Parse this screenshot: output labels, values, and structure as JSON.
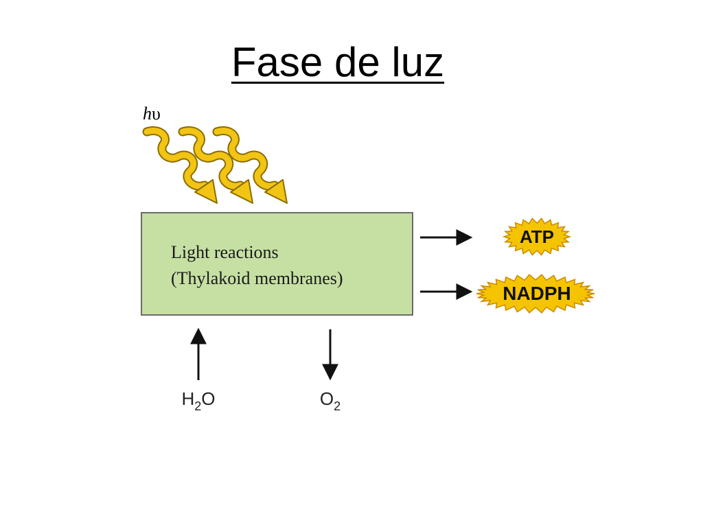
{
  "slide": {
    "title": "Fase de luz"
  },
  "diagram": {
    "photon_label_h": "h",
    "photon_label_nu": "υ",
    "process_box": {
      "line1": "Light reactions",
      "line2": "(Thylakoid membranes)"
    },
    "products": [
      {
        "label": "ATP"
      },
      {
        "label": "NADPH"
      }
    ],
    "inputs": [
      {
        "base": "H",
        "subscript": "2",
        "tail": "O"
      }
    ],
    "outputs": [
      {
        "base": "O",
        "subscript": "2",
        "tail": ""
      }
    ],
    "colors": {
      "box_fill": "#c6e0a4",
      "box_stroke": "#6a6a6a",
      "light_fill": "#f2c414",
      "light_stroke": "#8a6d00",
      "burst_fill": "#f5c400",
      "burst_stroke": "#c98a00",
      "arrow": "#111111"
    }
  }
}
